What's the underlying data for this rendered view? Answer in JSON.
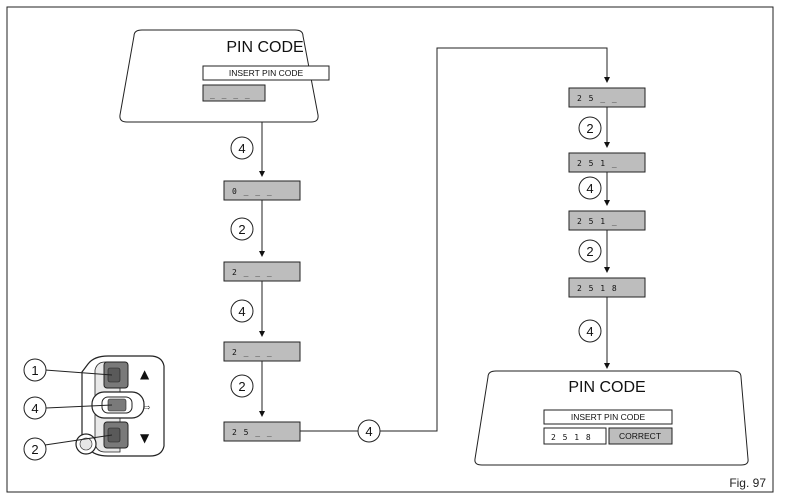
{
  "figure_label": "Fig. 97",
  "top_panel": {
    "title": "PIN CODE",
    "prompt": "INSERT PIN CODE",
    "entry": "_ _ _ _"
  },
  "bottom_panel": {
    "title": "PIN CODE",
    "prompt": "INSERT PIN CODE",
    "entry": "2 5 1 8",
    "status": "CORRECT"
  },
  "left_sequence": [
    {
      "button": "4",
      "display": "0 _ _ _"
    },
    {
      "button": "2",
      "display": "2 _ _ _"
    },
    {
      "button": "4",
      "display": "2 _ _ _"
    },
    {
      "button": "2",
      "display": "2 5 _ _"
    }
  ],
  "connector_button": "4",
  "right_sequence": [
    {
      "display": "2 5 _ _"
    },
    {
      "button": "2",
      "display": "2 5 1 _"
    },
    {
      "button": "4",
      "display": "2 5 1 _"
    },
    {
      "button": "2",
      "display": "2 5 1 8"
    }
  ],
  "final_button": "4",
  "switch_callouts": [
    "1",
    "4",
    "2"
  ]
}
